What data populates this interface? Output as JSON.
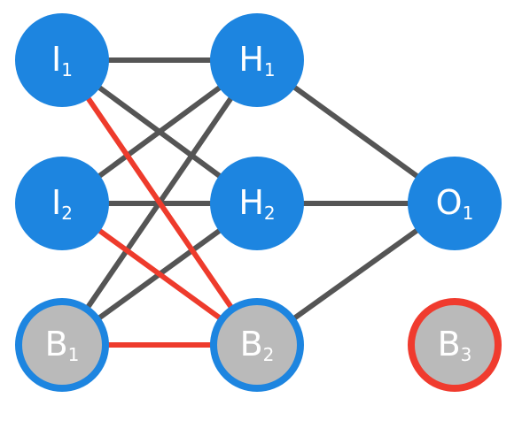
{
  "colors": {
    "node_fill": "#1d85e0",
    "bias_fill": "#bababa",
    "bias_border": "#1d85e0",
    "output_bias_border": "#f03b2e",
    "edge_dark": "#555555",
    "edge_red": "#ee3b2c",
    "label_text": "#ffffff"
  },
  "nodes": [
    {
      "id": "I1",
      "main": "I",
      "sub": "1",
      "kind": "solid"
    },
    {
      "id": "I2",
      "main": "I",
      "sub": "2",
      "kind": "solid"
    },
    {
      "id": "B1",
      "main": "B",
      "sub": "1",
      "kind": "bias"
    },
    {
      "id": "H1",
      "main": "H",
      "sub": "1",
      "kind": "solid"
    },
    {
      "id": "H2",
      "main": "H",
      "sub": "2",
      "kind": "solid"
    },
    {
      "id": "B2",
      "main": "B",
      "sub": "2",
      "kind": "bias"
    },
    {
      "id": "O1",
      "main": "O",
      "sub": "1",
      "kind": "solid"
    },
    {
      "id": "B3",
      "main": "B",
      "sub": "3",
      "kind": "bias-red"
    }
  ],
  "edges": [
    {
      "from": "I1",
      "to": "H1",
      "color": "dark"
    },
    {
      "from": "I1",
      "to": "H2",
      "color": "dark"
    },
    {
      "from": "I1",
      "to": "B2",
      "color": "red"
    },
    {
      "from": "I2",
      "to": "H1",
      "color": "dark"
    },
    {
      "from": "I2",
      "to": "H2",
      "color": "dark"
    },
    {
      "from": "I2",
      "to": "B2",
      "color": "red"
    },
    {
      "from": "B1",
      "to": "H1",
      "color": "dark"
    },
    {
      "from": "B1",
      "to": "H2",
      "color": "dark"
    },
    {
      "from": "B1",
      "to": "B2",
      "color": "red"
    },
    {
      "from": "H1",
      "to": "O1",
      "color": "dark"
    },
    {
      "from": "H2",
      "to": "O1",
      "color": "dark"
    },
    {
      "from": "B2",
      "to": "O1",
      "color": "dark"
    }
  ]
}
